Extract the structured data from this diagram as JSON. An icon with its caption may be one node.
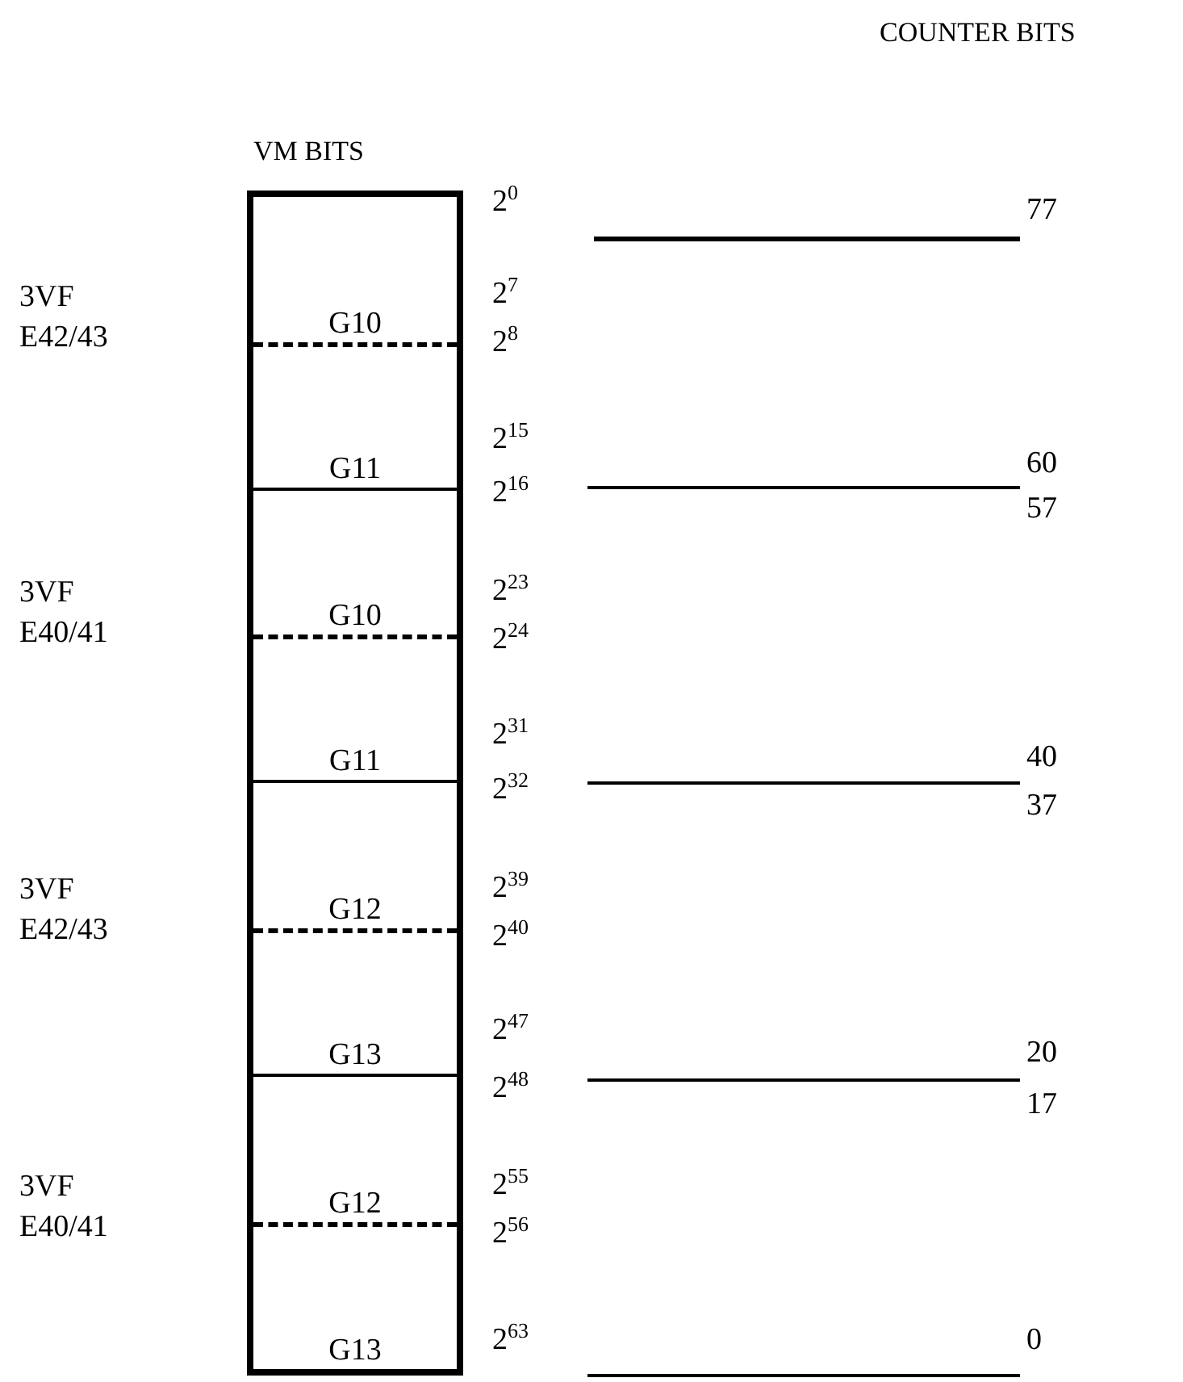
{
  "diagram": {
    "nodes": [
      {
        "text": [
          "VM BITS"
        ]
      },
      {
        "text": [
          "G10",
          "G11"
        ],
        "in": 0
      },
      {
        "text": [
          "G10",
          "G11"
        ],
        "in": 0
      },
      {
        "text": [
          "G12",
          "G13"
        ],
        "in": 0
      },
      {
        "text": [
          "G12",
          "G13"
        ],
        "in": 0
      }
    ],
    "labels": [
      "COUNTER BITS",
      "2$^{0}$",
      "77",
      "3VF E42/43",
      "2$^{7}$",
      "2$^{8}$",
      "2$^{15}$",
      "60",
      "2$^{16}$",
      "57",
      "3VF E40/41",
      "2$^{23}$",
      "2$^{24}$",
      "2$^{31}$",
      "40",
      "2$^{32}$",
      "37",
      "3VF E42/43",
      "2$^{39}$",
      "2$^{40}$",
      "2$^{47}$",
      "20",
      "2$^{48}$",
      "17",
      "3VF E40/41",
      "2$^{55}$",
      "2$^{56}$",
      "2$^{63}$",
      "0"
    ]
  }
}
